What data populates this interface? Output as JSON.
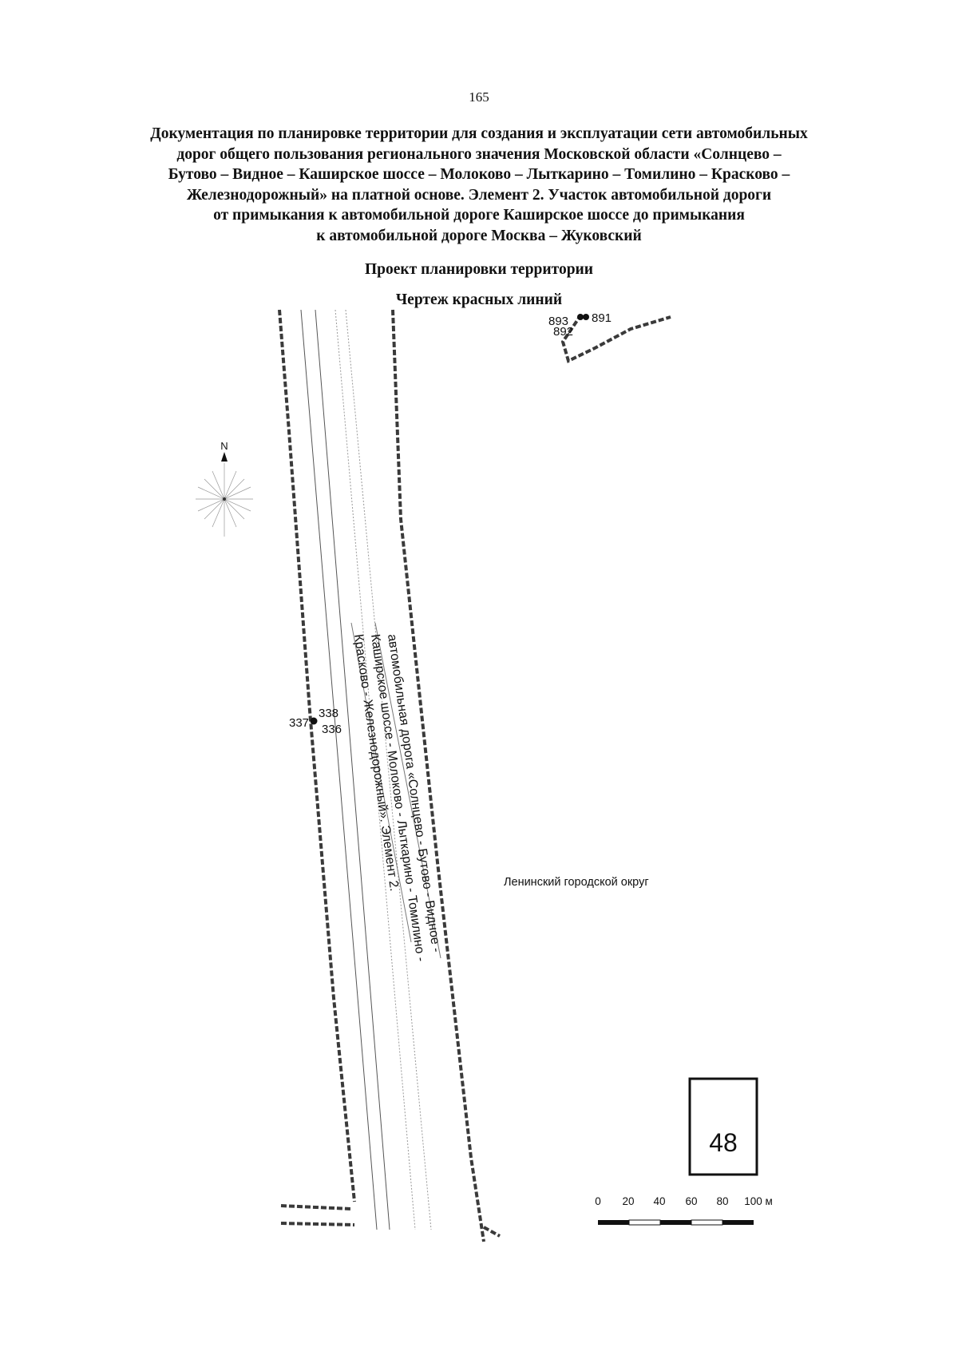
{
  "page_number": "165",
  "title_lines": [
    "Документация по планировке территории для создания и эксплуатации сети автомобильных",
    "дорог общего пользования регионального значения Московской области «Солнцево –",
    "Бутово – Видное – Каширское шоссе – Молоково – Лыткарино – Томилино – Красково –",
    "Железнодорожный» на платной основе. Элемент 2. Участок автомобильной дороги",
    "от примыкания к автомобильной дороге Каширское шоссе до примыкания",
    "к автомобильной дороге Москва – Жуковский"
  ],
  "subtitle": "Проект планировки территории",
  "drawing_title": "Чертеж красных линий",
  "compass": {
    "north_label": "N"
  },
  "road_label_lines": [
    "автомобильная дорога «Солнцево - Бутово - Видное -",
    "Каширское шоссе - Молоково - Лыткарино - Томилино -",
    "Красково - Железнодорожный». Элемент 2."
  ],
  "district_label": "Ленинский городской округ",
  "point_labels": {
    "p891": "891",
    "p892": "892",
    "p893": "893",
    "p336": "336",
    "p337": "337",
    "p338": "338"
  },
  "sheet_number": "48",
  "scale_bar": {
    "ticks": [
      "0",
      "20",
      "40",
      "60",
      "80",
      "100 м"
    ],
    "max_m": 100
  },
  "colors": {
    "ink": "#111111",
    "red_line": "#3a3a3a",
    "light": "#9a9a9a"
  }
}
